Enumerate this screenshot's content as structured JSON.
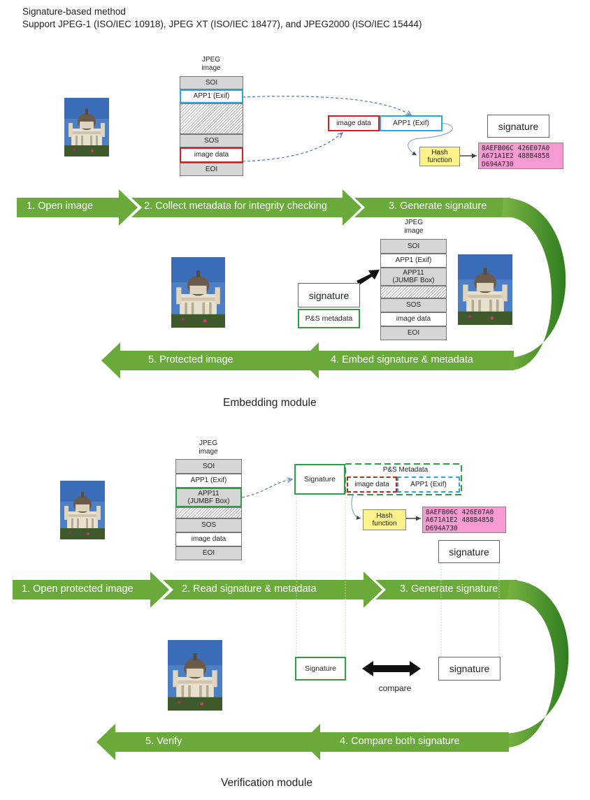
{
  "header": {
    "line1": "Signature-based method",
    "line2": "Support JPEG-1 (ISO/IEC 10918), JPEG XT (ISO/IEC 18477), and JPEG2000 (ISO/IEC 15444)"
  },
  "colors": {
    "arrow_green": "#6aaa3a",
    "exif_blue": "#2aa7dc",
    "image_data_red": "#cc2222",
    "jumbf_green": "#2e9e4a",
    "hash_yellow": "#fbf38a",
    "hex_pink": "#f59bd2"
  },
  "embedding": {
    "caption": "Embedding module",
    "jpeg_top": {
      "title": "JPEG\nimage",
      "blocks": [
        "SOI",
        "APP1 (Exif)",
        "",
        "SOS",
        "image data",
        "EOI"
      ]
    },
    "collected": {
      "image_data": "image data",
      "app1": "APP1 (Exif)"
    },
    "hash": "Hash\nfunction",
    "hex": "8AEFB06C 426E07A0\nA671A1E2 488B4858\nD694A730",
    "signature": "signature",
    "steps_top": [
      "1. Open image",
      "2. Collect metadata for integrity checking",
      "3. Generate signature"
    ],
    "jpeg_bottom": {
      "title": "JPEG\nimage",
      "blocks": [
        "SOI",
        "APP1 (Exif)",
        "APP11\n(JUMBF Box)",
        "",
        "SOS",
        "image data",
        "EOI"
      ]
    },
    "embed_signature": "signature",
    "ps_metadata": "P&S metadata",
    "steps_bottom": [
      "4. Embed signature & metadata",
      "5. Protected image"
    ]
  },
  "verification": {
    "caption": "Verification module",
    "jpeg": {
      "title": "JPEG\nimage",
      "blocks": [
        "SOI",
        "APP1 (Exif)",
        "APP11\n(JUMBF Box)",
        "",
        "SOS",
        "image data",
        "EOI"
      ]
    },
    "signature_read": "Signature",
    "ps_metadata": "P&S Metadata",
    "image_data": "image data",
    "app1": "APP1 (Exif)",
    "hash": "Hash\nfunction",
    "hex": "8AEFB06C 426E07A0\nA671A1E2 488B4858\nD694A730",
    "signature_generated": "signature",
    "steps_top": [
      "1. Open protected image",
      "2. Read signature & metadata",
      "3. Generate signature"
    ],
    "compare_signature_left": "Signature",
    "compare_signature_right": "signature",
    "compare_label": "compare",
    "steps_bottom": [
      "4. Compare both signature",
      "5. Verify"
    ]
  }
}
